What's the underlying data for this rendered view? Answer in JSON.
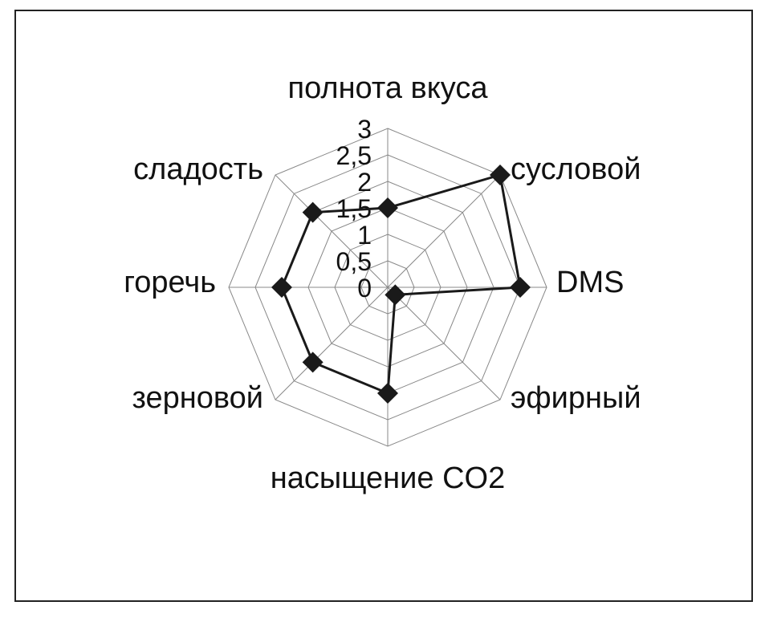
{
  "chart_data": {
    "type": "radar",
    "title": "",
    "axes": [
      "полнота вкуса",
      "сусловой",
      "DMS",
      "эфирный",
      "насыщение CO2",
      "зерновой",
      "горечь",
      "сладость"
    ],
    "ticks": [
      "0",
      "0,5",
      "1",
      "1,5",
      "2",
      "2,5",
      "3"
    ],
    "tick_values": [
      0,
      0.5,
      1,
      1.5,
      2,
      2.5,
      3
    ],
    "range": [
      0,
      3
    ],
    "series": [
      {
        "values": [
          1.5,
          3,
          2.5,
          0.2,
          2,
          2,
          2,
          2
        ],
        "color": "#1a1a1a",
        "marker": "diamond"
      }
    ],
    "grid": true,
    "legend": "none"
  }
}
